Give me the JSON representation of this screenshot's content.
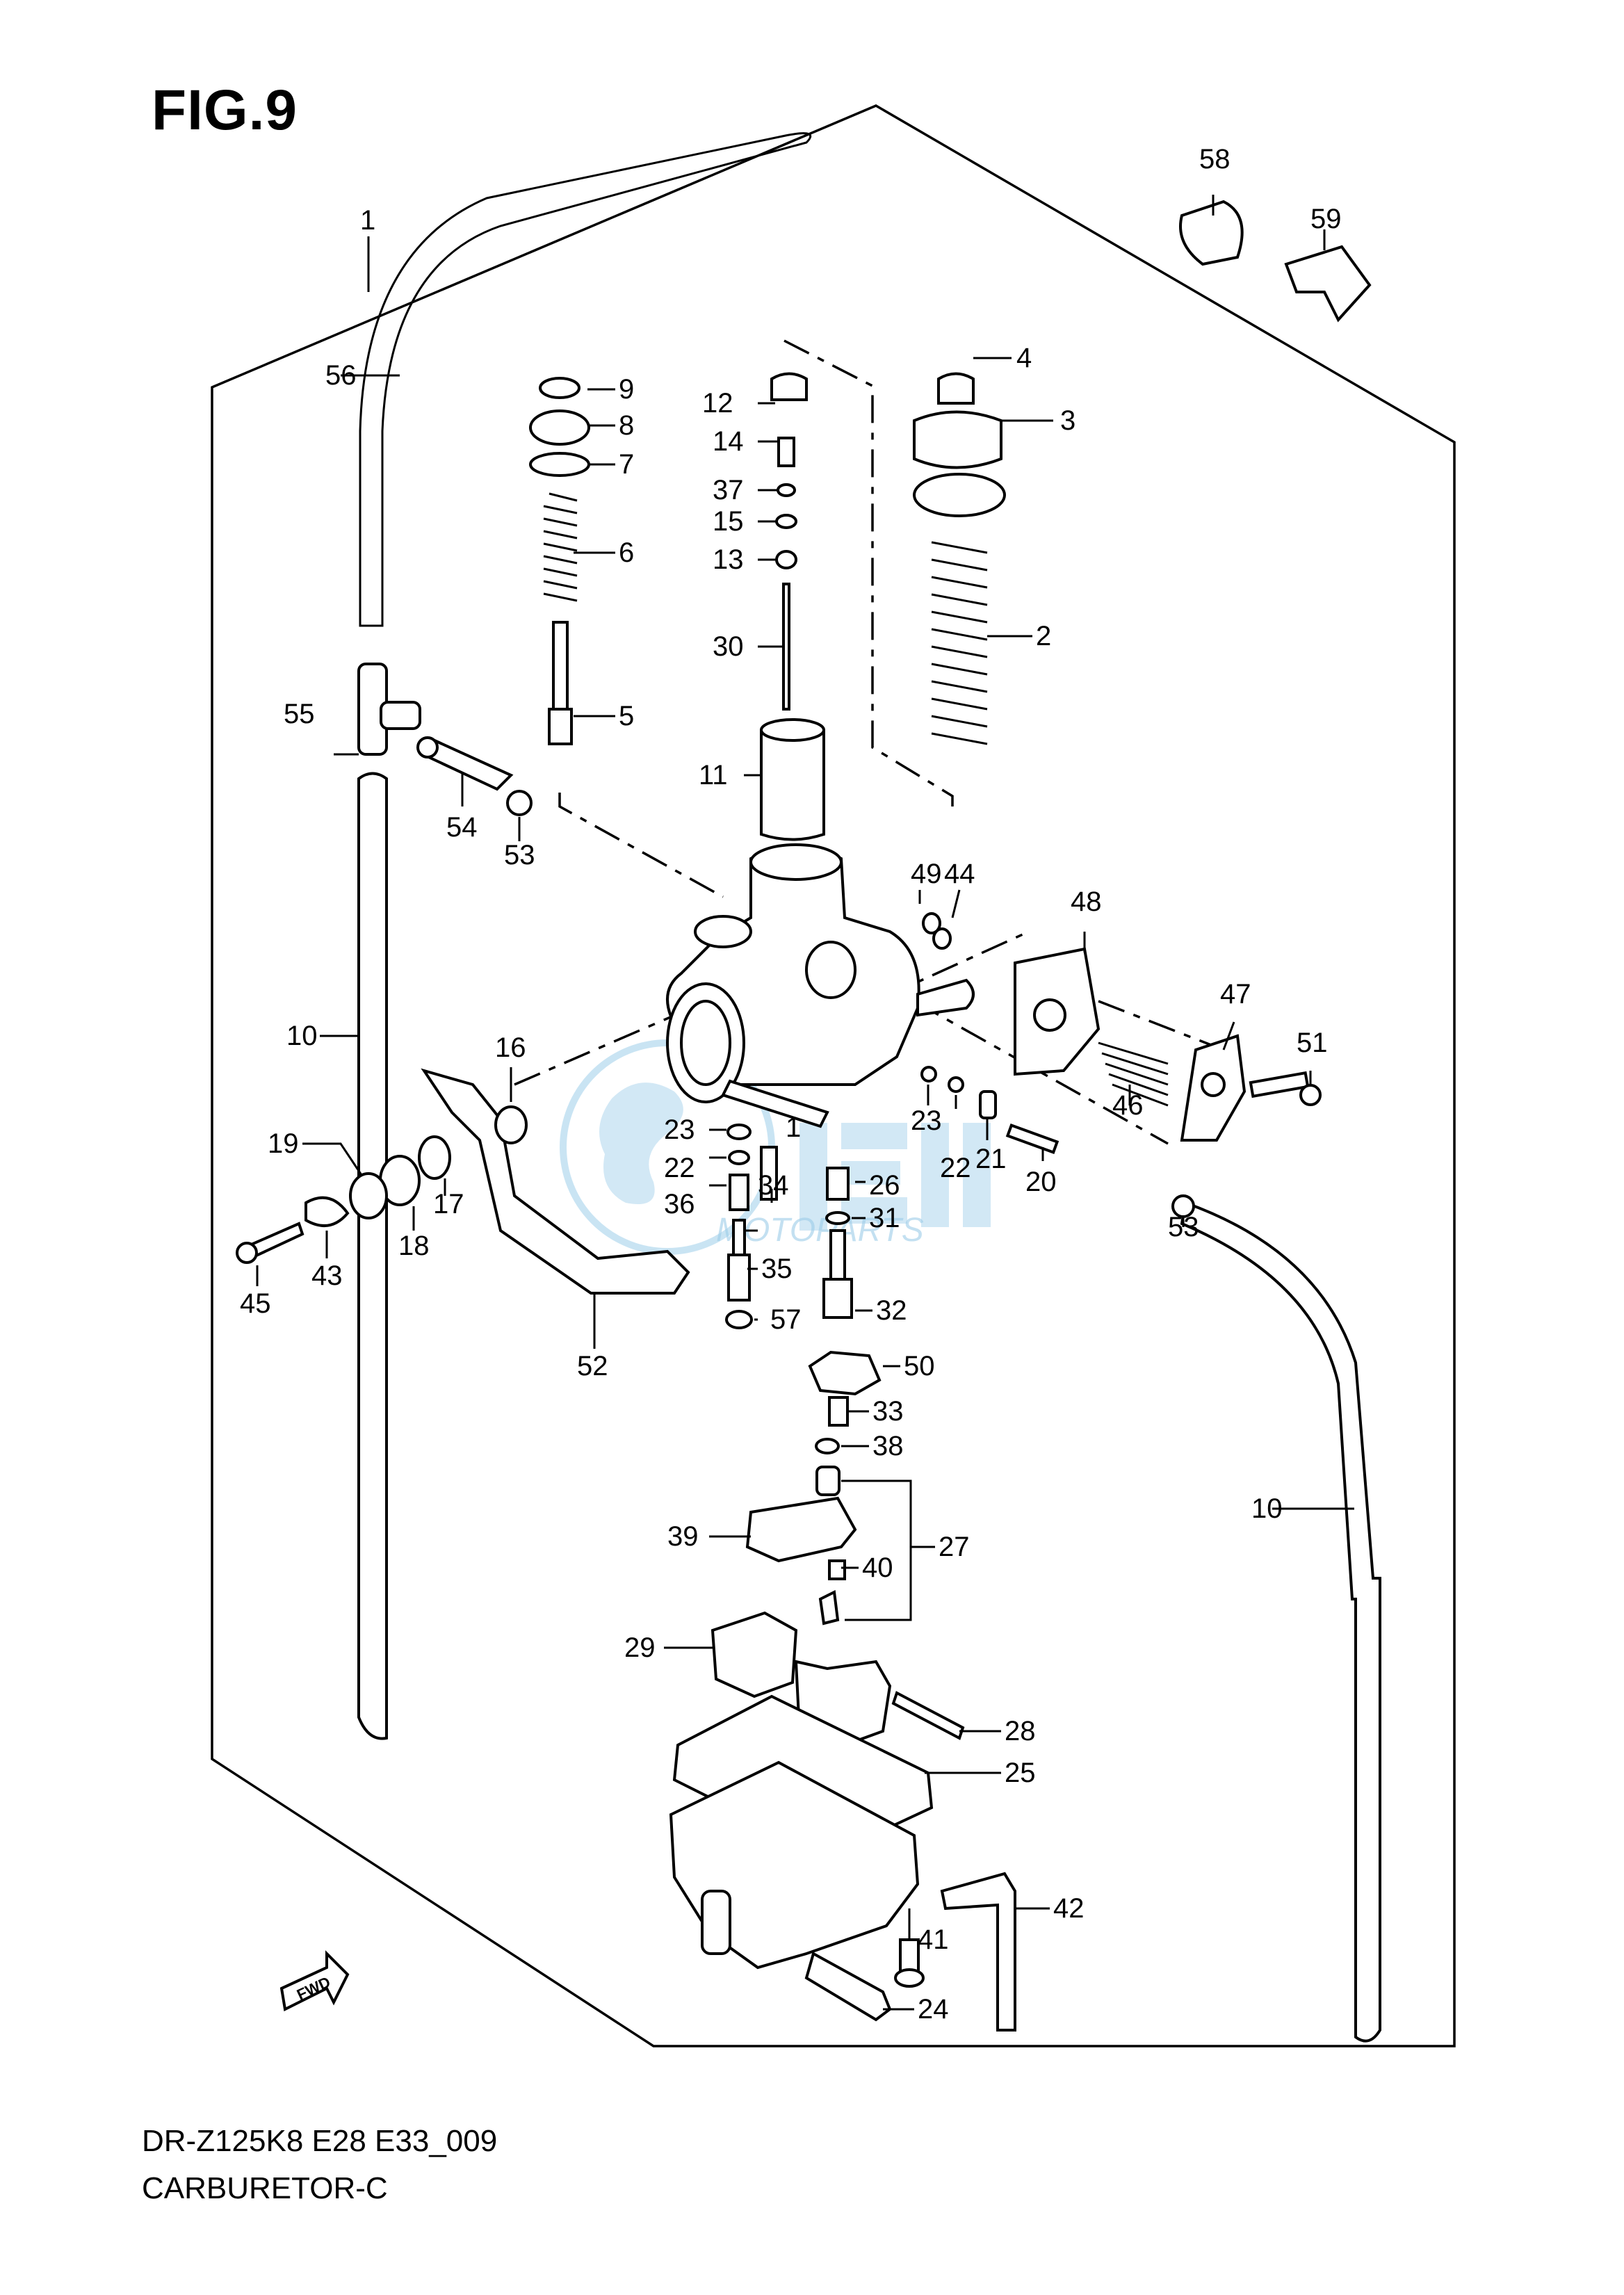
{
  "figure": {
    "title": "FIG.9",
    "model_code": "DR-Z125K8 E28 E33_009",
    "caption": "CARBURETOR-C",
    "fwd_label": "FWD"
  },
  "watermark": {
    "brand": "MOTOPARTS"
  },
  "callouts": [
    {
      "id": "c1",
      "label": "1"
    },
    {
      "id": "c1b",
      "label": "1"
    },
    {
      "id": "c2",
      "label": "2"
    },
    {
      "id": "c3",
      "label": "3"
    },
    {
      "id": "c4",
      "label": "4"
    },
    {
      "id": "c5",
      "label": "5"
    },
    {
      "id": "c6",
      "label": "6"
    },
    {
      "id": "c7",
      "label": "7"
    },
    {
      "id": "c8",
      "label": "8"
    },
    {
      "id": "c9",
      "label": "9"
    },
    {
      "id": "c10a",
      "label": "10"
    },
    {
      "id": "c10b",
      "label": "10"
    },
    {
      "id": "c11",
      "label": "11"
    },
    {
      "id": "c12",
      "label": "12"
    },
    {
      "id": "c13",
      "label": "13"
    },
    {
      "id": "c14",
      "label": "14"
    },
    {
      "id": "c15",
      "label": "15"
    },
    {
      "id": "c16",
      "label": "16"
    },
    {
      "id": "c17",
      "label": "17"
    },
    {
      "id": "c18",
      "label": "18"
    },
    {
      "id": "c19",
      "label": "19"
    },
    {
      "id": "c20",
      "label": "20"
    },
    {
      "id": "c21",
      "label": "21"
    },
    {
      "id": "c22a",
      "label": "22"
    },
    {
      "id": "c22b",
      "label": "22"
    },
    {
      "id": "c23a",
      "label": "23"
    },
    {
      "id": "c23b",
      "label": "23"
    },
    {
      "id": "c24",
      "label": "24"
    },
    {
      "id": "c25",
      "label": "25"
    },
    {
      "id": "c26",
      "label": "26"
    },
    {
      "id": "c27",
      "label": "27"
    },
    {
      "id": "c28",
      "label": "28"
    },
    {
      "id": "c29",
      "label": "29"
    },
    {
      "id": "c30",
      "label": "30"
    },
    {
      "id": "c31",
      "label": "31"
    },
    {
      "id": "c32",
      "label": "32"
    },
    {
      "id": "c33",
      "label": "33"
    },
    {
      "id": "c34",
      "label": "34"
    },
    {
      "id": "c35",
      "label": "35"
    },
    {
      "id": "c36",
      "label": "36"
    },
    {
      "id": "c37",
      "label": "37"
    },
    {
      "id": "c38",
      "label": "38"
    },
    {
      "id": "c39",
      "label": "39"
    },
    {
      "id": "c40",
      "label": "40"
    },
    {
      "id": "c41",
      "label": "41"
    },
    {
      "id": "c42",
      "label": "42"
    },
    {
      "id": "c43",
      "label": "43"
    },
    {
      "id": "c44",
      "label": "44"
    },
    {
      "id": "c45",
      "label": "45"
    },
    {
      "id": "c46",
      "label": "46"
    },
    {
      "id": "c47",
      "label": "47"
    },
    {
      "id": "c48",
      "label": "48"
    },
    {
      "id": "c49",
      "label": "49"
    },
    {
      "id": "c50",
      "label": "50"
    },
    {
      "id": "c51",
      "label": "51"
    },
    {
      "id": "c52",
      "label": "52"
    },
    {
      "id": "c53a",
      "label": "53"
    },
    {
      "id": "c53b",
      "label": "53"
    },
    {
      "id": "c54",
      "label": "54"
    },
    {
      "id": "c55",
      "label": "55"
    },
    {
      "id": "c56",
      "label": "56"
    },
    {
      "id": "c57",
      "label": "57"
    },
    {
      "id": "c58",
      "label": "58"
    },
    {
      "id": "c59",
      "label": "59"
    }
  ]
}
